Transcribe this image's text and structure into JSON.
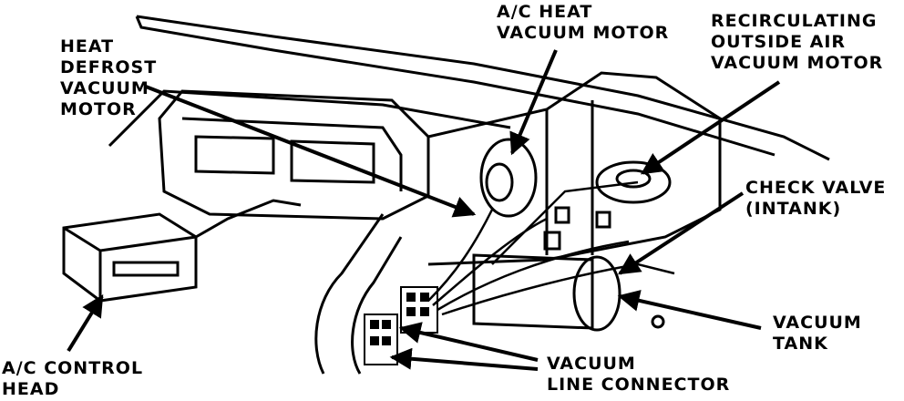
{
  "labels": {
    "heat_defrost": [
      "HEAT",
      "DEFROST",
      "VACUUM",
      "MOTOR"
    ],
    "ac_heat": [
      "A/C HEAT",
      "VACUUM MOTOR"
    ],
    "recirculating": [
      "RECIRCULATING",
      "OUTSIDE AIR",
      "VACUUM MOTOR"
    ],
    "check_valve": [
      "CHECK VALVE",
      "(INTANK)"
    ],
    "vacuum_tank": [
      "VACUUM",
      "TANK"
    ],
    "vacuum_line": [
      "VACUUM",
      "LINE CONNECTOR"
    ],
    "ac_control": [
      "A/C CONTROL",
      "HEAD"
    ]
  }
}
